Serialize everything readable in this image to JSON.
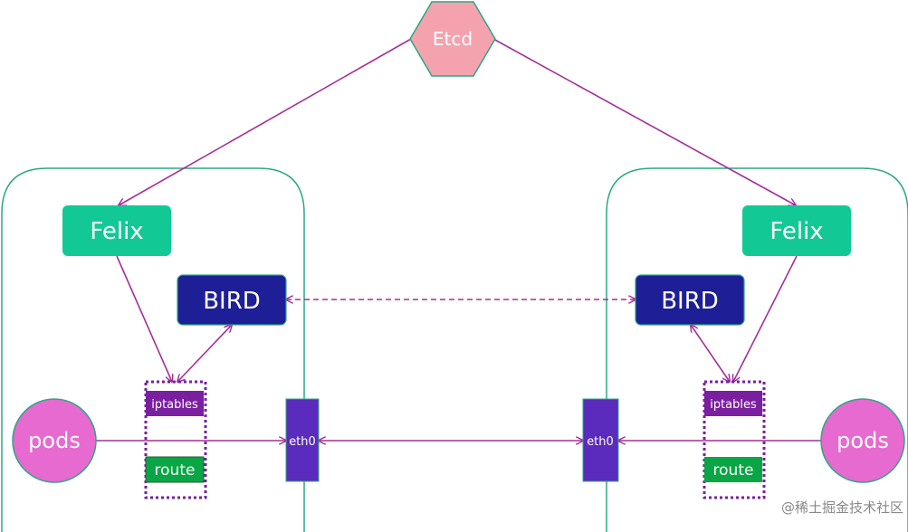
{
  "colors": {
    "etcd_fill": "#f4a3ae",
    "node_border": "#2aa884",
    "felix": "#12c995",
    "bird": "#1e1f96",
    "iptables": "#7a1fa0",
    "route": "#0aa646",
    "eth0": "#5a2bbc",
    "pods": "#e66ad0",
    "arrow": "#a52f9a",
    "watermark": "#888888"
  },
  "etcd": {
    "label": "Etcd"
  },
  "nodes": [
    {
      "felix": "Felix",
      "bird": "BIRD",
      "iptables": "iptables",
      "route": "route",
      "eth0": "eth0",
      "pods": "pods"
    },
    {
      "felix": "Felix",
      "bird": "BIRD",
      "iptables": "iptables",
      "route": "route",
      "eth0": "eth0",
      "pods": "pods"
    }
  ],
  "watermark": "@稀土掘金技术社区"
}
